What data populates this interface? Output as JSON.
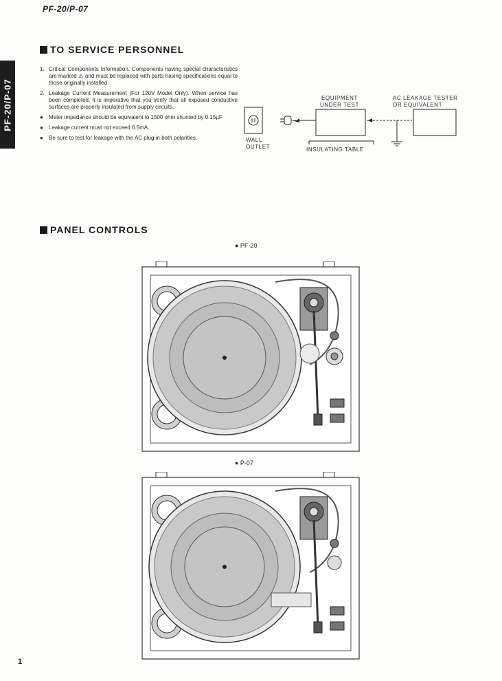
{
  "header": {
    "model": "PF-20/P-07"
  },
  "side_tab": {
    "text": "PF-20/P-07"
  },
  "service": {
    "title": "TO SERVICE PERSONNEL",
    "items": [
      {
        "marker": "1.",
        "text": "Critical Components Information. Components having special characteristics are marked ⚠ and must be replaced with parts having specifications equal to those originally installed."
      },
      {
        "marker": "2.",
        "text": "Leakage Current Measurement (For 120V Model Only). When service has been completed, it is imperative that you verify that all exposed conductive surfaces are properly insulated from supply circuits."
      },
      {
        "marker": "●",
        "text": "Meter impedance should be equivalent to 1500 ohm shunted by 0.15µF"
      },
      {
        "marker": "●",
        "text": "Leakage current must not exceed 0.5mA."
      },
      {
        "marker": "●",
        "text": "Be sure to test for leakage with the AC plug in both polarities."
      }
    ]
  },
  "diagram": {
    "equipment_line1": "EQUIPMENT",
    "equipment_line2": "UNDER TEST",
    "tester_line1": "AC LEAKAGE TESTER",
    "tester_line2": "OR EQUIVALENT",
    "wall_line1": "WALL",
    "wall_line2": "OUTLET",
    "table_label": "INSULATING TABLE"
  },
  "panel": {
    "title": "PANEL CONTROLS",
    "models": [
      {
        "label": "●  PF-20"
      },
      {
        "label": "●  P-07"
      }
    ]
  },
  "page_number": "1"
}
